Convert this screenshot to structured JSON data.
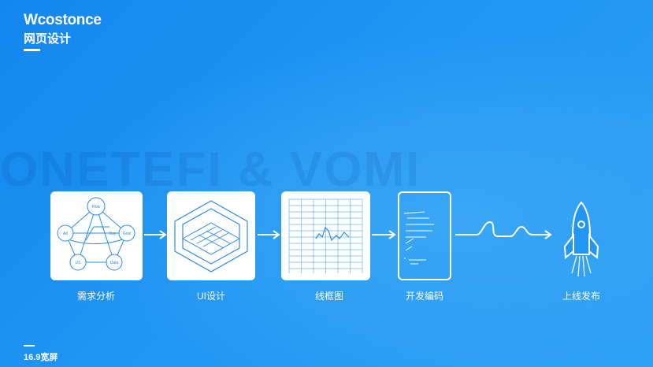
{
  "brand": {
    "title": "Wcostonce",
    "subtitle": "网页设计"
  },
  "watermark": "ONETEFI & VOMI",
  "footer": "16.9宽屏",
  "steps": [
    {
      "label": "需求分析",
      "icon": "network-diagram-icon",
      "nodes": [
        "Flow",
        "Ad",
        "Buy",
        "Goal",
        "US",
        "Data"
      ]
    },
    {
      "label": "UI设计",
      "icon": "isometric-wireframe-icon"
    },
    {
      "label": "线框图",
      "icon": "wireframe-grid-icon"
    },
    {
      "label": "开发编码",
      "icon": "code-phone-icon"
    },
    {
      "label": "上线发布",
      "icon": "rocket-icon"
    }
  ],
  "colors": {
    "background": "#1a8ff0",
    "card": "#ffffff",
    "line": "#2a8de6"
  }
}
